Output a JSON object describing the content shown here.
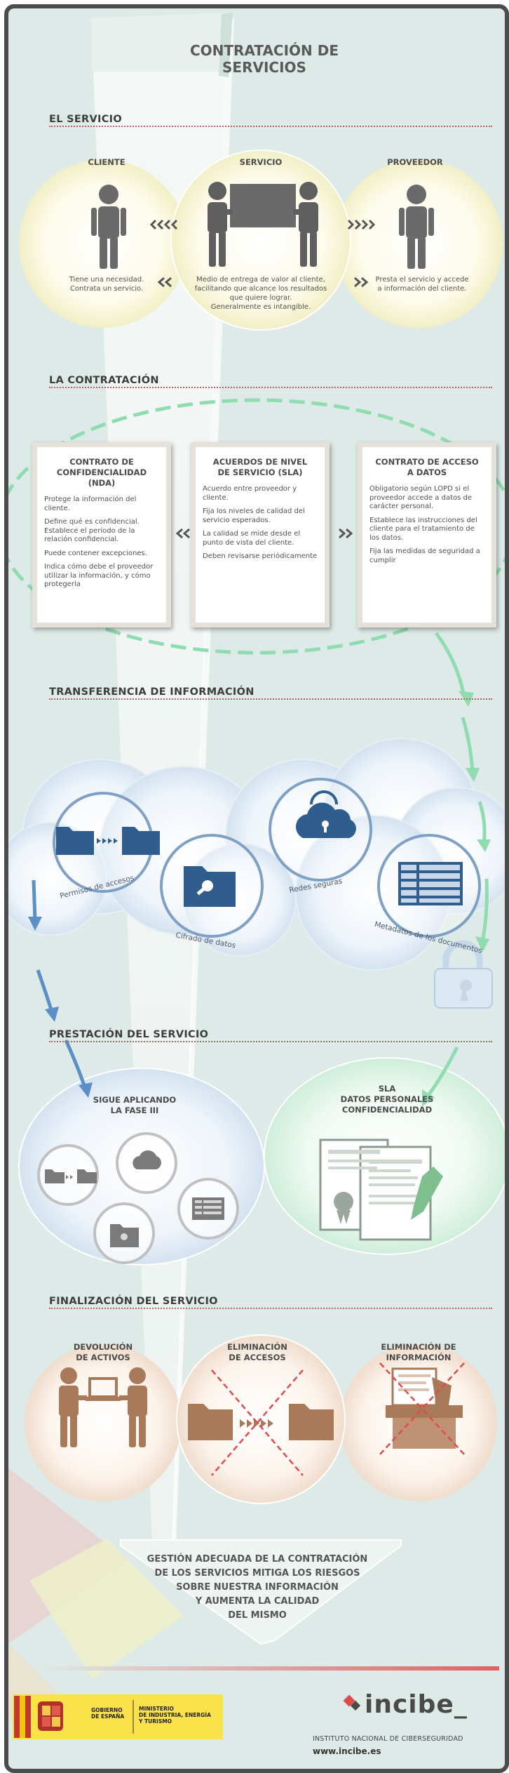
{
  "title": "CONTRATACIÓN DE SERVICIOS",
  "sections": {
    "servicio": "EL SERVICIO",
    "contratacion": "LA CONTRATACIÓN",
    "transferencia": "TRANSFERENCIA DE INFORMACIÓN",
    "prestacion": "PRESTACIÓN DEL SERVICIO",
    "finalizacion": "FINALIZACIÓN DEL SERVICIO"
  },
  "servicio": {
    "cliente": {
      "label": "CLIENTE",
      "text1": "Tiene una necesidad.",
      "text2": "Contrata un servicio."
    },
    "servicio": {
      "label": "SERVICIO",
      "text1": "Medio de entrega de valor al cliente,",
      "text2": "facilitando que alcance los resultados",
      "text3": "que quiere lograr.",
      "text4": "Generalmente es intangible."
    },
    "proveedor": {
      "label": "PROVEEDOR",
      "text1": "Presta el servicio y accede",
      "text2": "a información del cliente."
    }
  },
  "contratos": {
    "nda": {
      "title1": "CONTRATO DE",
      "title2": "CONFIDENCIALIDAD",
      "title3": "(NDA)",
      "p1": "Protege la información del cliente.",
      "p2": "Define qué es confidencial. Establece el periodo de la relación confidencial.",
      "p3": "Puede contener excepciones.",
      "p4": "Indica cómo debe el proveedor utilizar la información, y cómo protegerla"
    },
    "sla": {
      "title1": "ACUERDOS DE NIVEL",
      "title2": "DE SERVICIO (SLA)",
      "p1": "Acuerdo entre proveedor y cliente.",
      "p2": "Fija los niveles de calidad del servicio esperados.",
      "p3": "La calidad se mide desde el punto de vista del cliente.",
      "p4": "Deben revisarse periódicamente"
    },
    "acceso": {
      "title1": "CONTRATO DE ACCESO",
      "title2": "A DATOS",
      "p1": "Obligatorio según LOPD si el proveedor accede a datos de carácter personal.",
      "p2": "Establece las instrucciones del cliente para el tratamiento de los datos.",
      "p3": "Fija las medidas de seguridad a cumplir"
    }
  },
  "transferencia": {
    "permisos": "Permisos de accesos",
    "cifrado": "Cifrado de datos",
    "redes": "Redes seguras",
    "metadatos": "Metadatos de los documentos"
  },
  "prestacion": {
    "fase_l1": "SIGUE APLICANDO",
    "fase_l2": "LA FASE III",
    "sla_l1": "SLA",
    "sla_l2": "DATOS PERSONALES",
    "sla_l3": "CONFIDENCIALIDAD"
  },
  "finalizacion": {
    "devolucion_l1": "DEVOLUCIÓN",
    "devolucion_l2": "DE ACTIVOS",
    "accesos_l1": "ELIMINACIÓN",
    "accesos_l2": "DE ACCESOS",
    "info_l1": "ELIMINACIÓN DE",
    "info_l2": "INFORMACIÓN"
  },
  "final": {
    "l1": "GESTIÓN ADECUADA DE LA CONTRATACIÓN",
    "l2": "DE LOS SERVICIOS MITIGA LOS RIESGOS",
    "l3": "SOBRE NUESTRA INFORMACIÓN",
    "l4": "Y AUMENTA LA CALIDAD",
    "l5": "DEL MISMO"
  },
  "footer": {
    "gob1": "GOBIERNO",
    "gob2": "DE ESPAÑA",
    "min1": "MINISTERIO",
    "min2": "DE INDUSTRIA, ENERGÍA",
    "min3": "Y TURISMO",
    "brand": "incibe_",
    "institute": "INSTITUTO NACIONAL DE CIBERSEGURIDAD",
    "url": "www.incibe.es"
  },
  "icons": [
    "person-icon",
    "box-icon",
    "folder-icon",
    "key-folder-icon",
    "cloud-lock-icon",
    "document-list-icon",
    "padlock-icon",
    "certificate-icon",
    "laptop-icon",
    "shredder-icon"
  ],
  "colors": {
    "accent": "#c2605f",
    "background": "#deeae7",
    "blue": "#3e6a96",
    "green": "#8fdcb0",
    "brown": "#a87a5a"
  }
}
